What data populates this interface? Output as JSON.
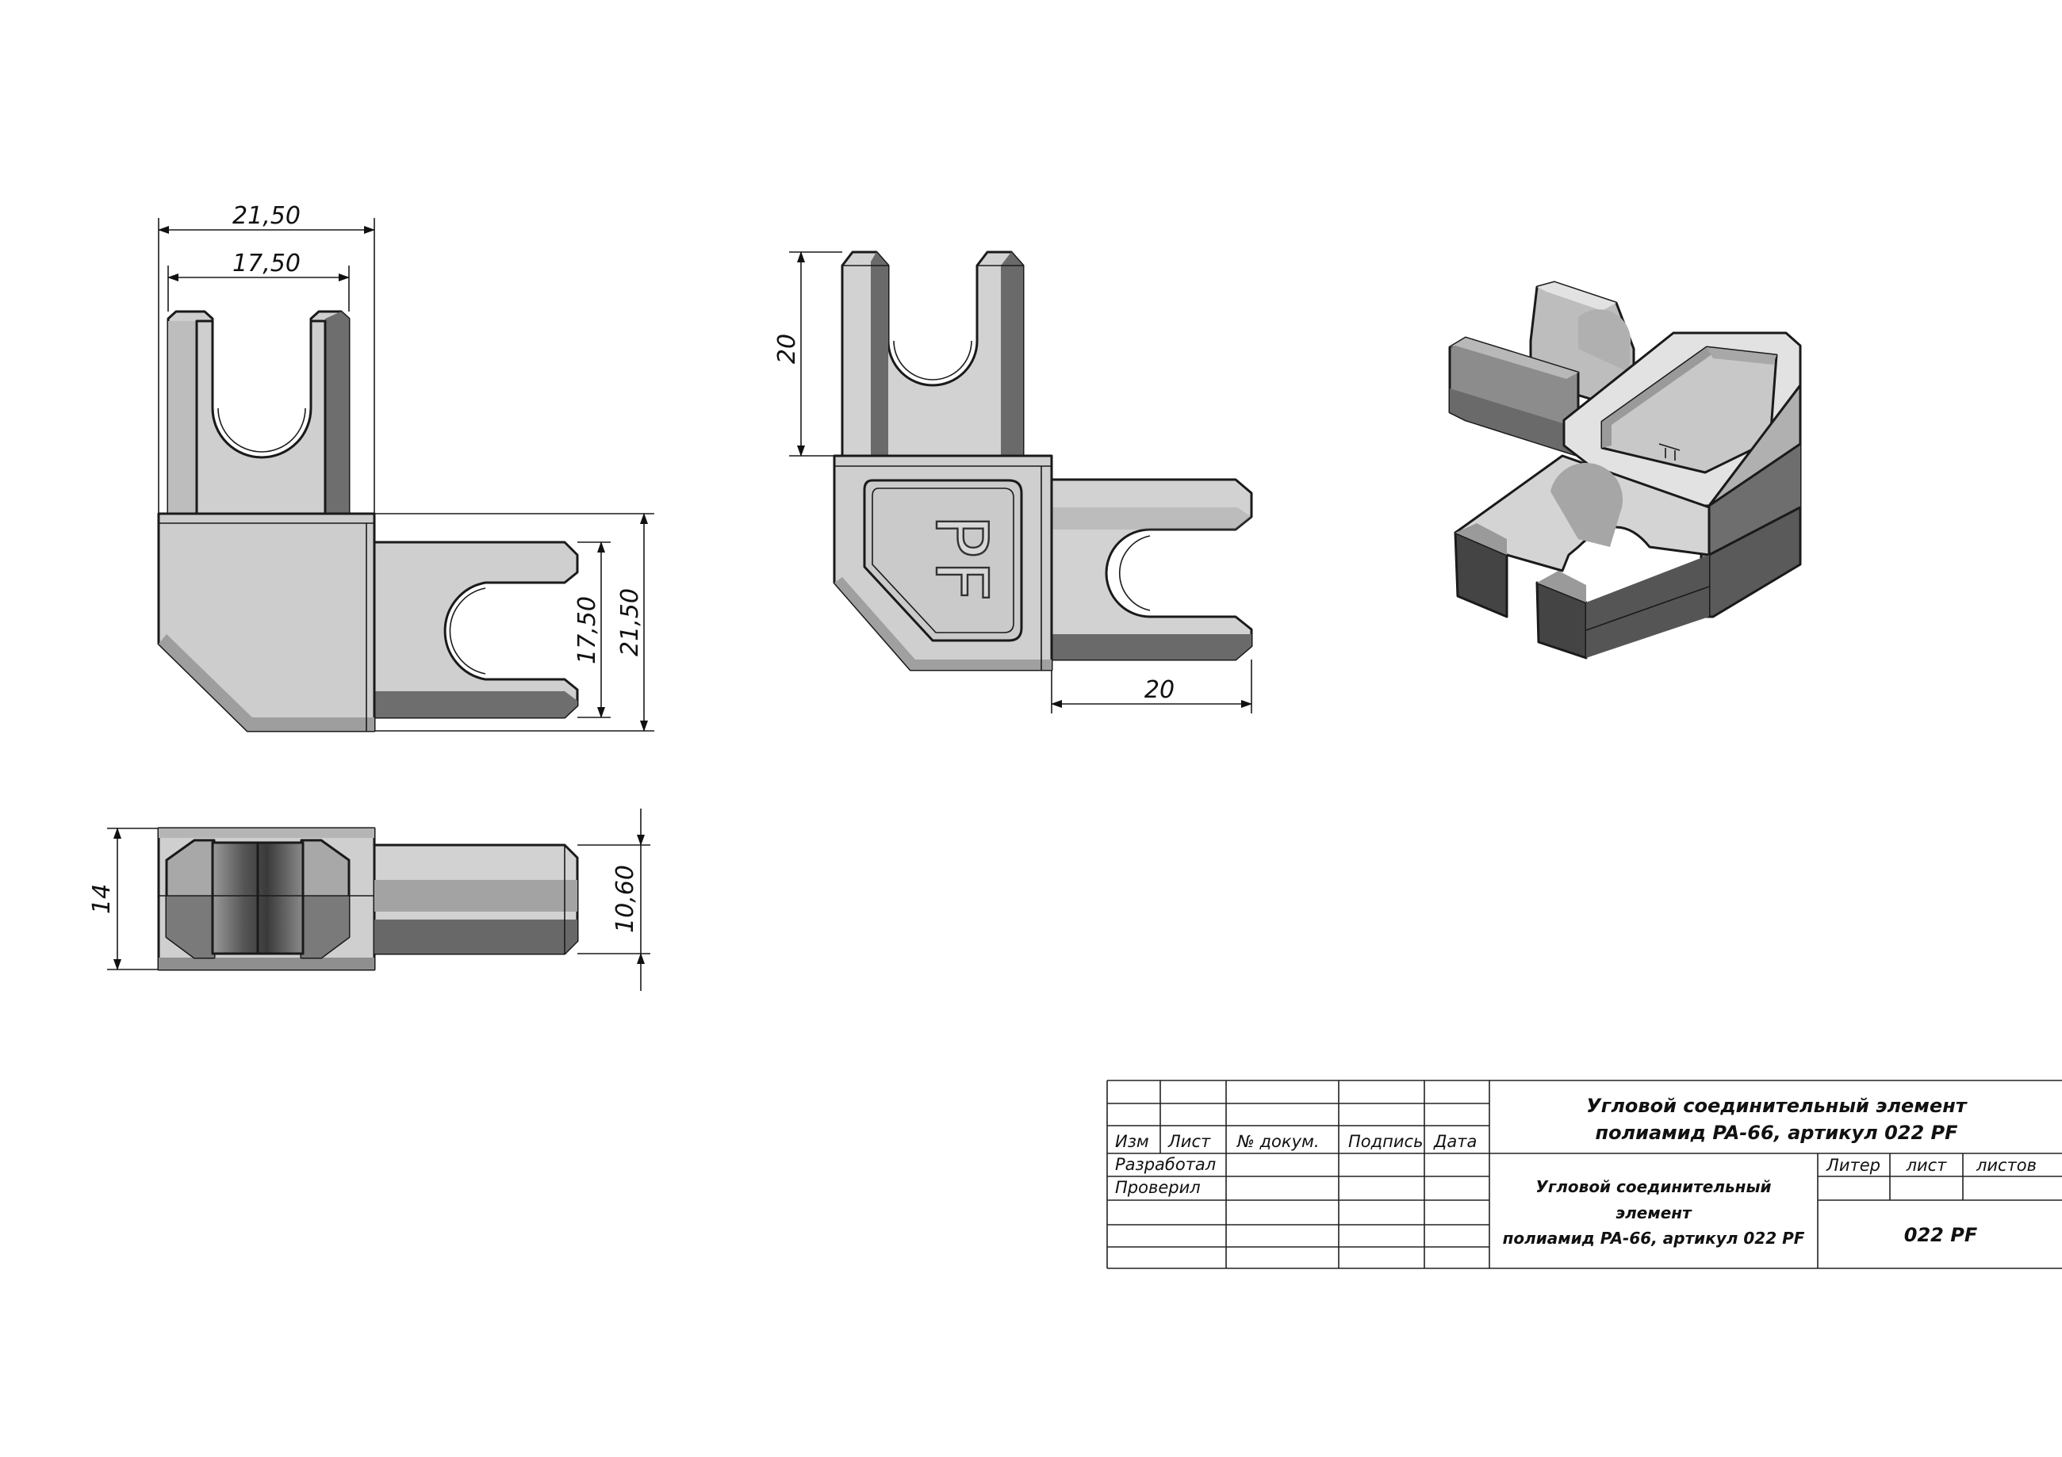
{
  "colors": {
    "light": "#d4d4d4",
    "mid": "#aaaaaa",
    "dark": "#6a6a6a",
    "darker": "#4a4a4a",
    "line": "#1a1a1a"
  },
  "front_view": {
    "dim_overall_width": "21,50",
    "dim_slot_width": "17,50",
    "dim_slot_height": "17,50",
    "dim_overall_height": "21,50"
  },
  "bottom_view": {
    "dim_height": "14",
    "dim_arm_height": "10,60"
  },
  "side_view": {
    "dim_arm_vertical": "20",
    "dim_arm_horizontal": "20",
    "embossed_mark": "PF"
  },
  "title_block": {
    "main_title_line1": "Угловой соединительный элемент",
    "main_title_line2": "полиамид PA-66, артикул 022 PF",
    "col_izm": "Изм",
    "col_list": "Лист",
    "col_doc": "№ докум.",
    "col_sign": "Подпись",
    "col_date": "Дата",
    "row_developed": "Разработал",
    "row_checked": "Проверил",
    "name_line1": "Угловой соединительный",
    "name_line2": "элемент",
    "name_line3": "полиамид PA-66, артикул 022 PF",
    "col_liter": "Литер",
    "col_sheet": "лист",
    "col_sheets": "листов",
    "designation": "022 PF"
  }
}
